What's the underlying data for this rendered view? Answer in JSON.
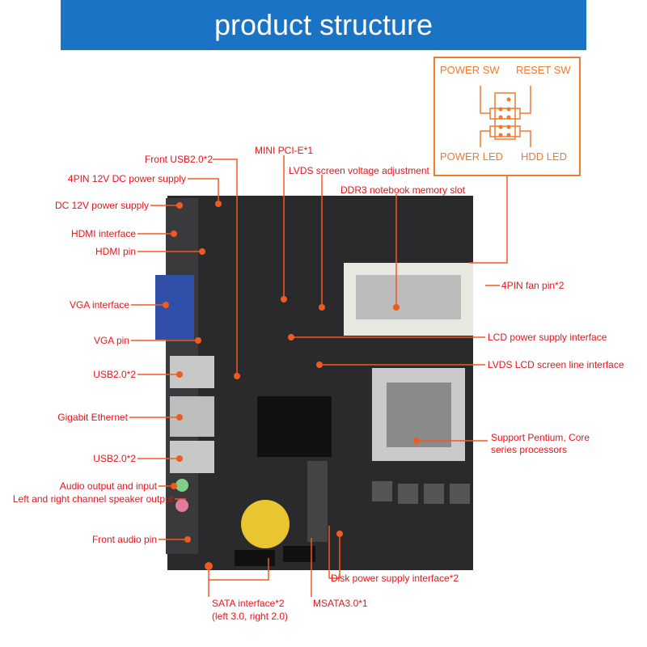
{
  "header": {
    "title": "product structure",
    "color": "#1a73c4"
  },
  "colors": {
    "label": "#e8141b",
    "leader": "#f05a1e",
    "panel": "#ee7a2e",
    "board": "#2a2a2c"
  },
  "panel": {
    "power_sw": "POWER SW",
    "reset_sw": "RESET SW",
    "power_led": "POWER LED",
    "hdd_led": "HDD  LED"
  },
  "labels": {
    "front_usb": "Front USB2.0*2",
    "pin4_dc": "4PIN 12V DC power supply",
    "dc12v": "DC 12V power supply",
    "hdmi_if": "HDMI interface",
    "hdmi_pin": "HDMI pin",
    "vga_if": "VGA interface",
    "vga_pin": "VGA pin",
    "usb1": "USB2.0*2",
    "ethernet": "Gigabit Ethernet",
    "usb2": "USB2.0*2",
    "audio": "Audio output and input",
    "speaker": "Left and right channel speaker output",
    "front_audio": "Front audio pin",
    "mini_pcie": "MINI PCI-E*1",
    "lvds_volt": "LVDS screen voltage adjustment",
    "ddr3": "DDR3 notebook memory slot",
    "fan": "4PIN fan pin*2",
    "lcd_power": "LCD power supply interface",
    "lvds_line": "LVDS LCD screen line interface",
    "cpu1": "Support Pentium, Core",
    "cpu2": "series processors",
    "disk_power": "Disk power supply interface*2",
    "sata1": "SATA interface*2",
    "sata2": "(left 3.0, right 2.0)",
    "msata": "MSATA3.0*1"
  }
}
